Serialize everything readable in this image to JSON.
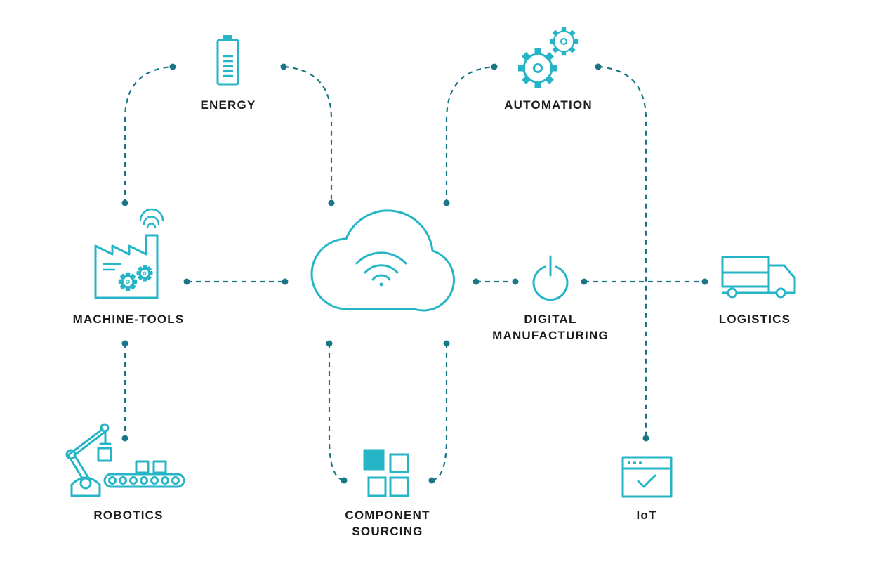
{
  "colors": {
    "icon": "#26b5c7",
    "connector": "#1a7686",
    "text": "#1c1c1c",
    "background": "#ffffff"
  },
  "center": {
    "icon": "cloud-wifi-icon"
  },
  "nodes": {
    "energy": {
      "label": "ENERGY",
      "icon": "battery-icon"
    },
    "automation": {
      "label": "AUTOMATION",
      "icon": "gears-icon"
    },
    "machine_tools": {
      "label": "MACHINE-TOOLS",
      "icon": "factory-icon"
    },
    "digital_manufacturing": {
      "label_line1": "DIGITAL",
      "label_line2": "MANUFACTURING",
      "icon": "power-icon"
    },
    "logistics": {
      "label": "LOGISTICS",
      "icon": "truck-icon"
    },
    "robotics": {
      "label": "ROBOTICS",
      "icon": "robot-arm-icon"
    },
    "component_sourcing": {
      "label_line1": "COMPONENT",
      "label_line2": "SOURCING",
      "icon": "component-grid-icon"
    },
    "iot": {
      "label": "IoT",
      "icon": "browser-check-icon"
    }
  }
}
